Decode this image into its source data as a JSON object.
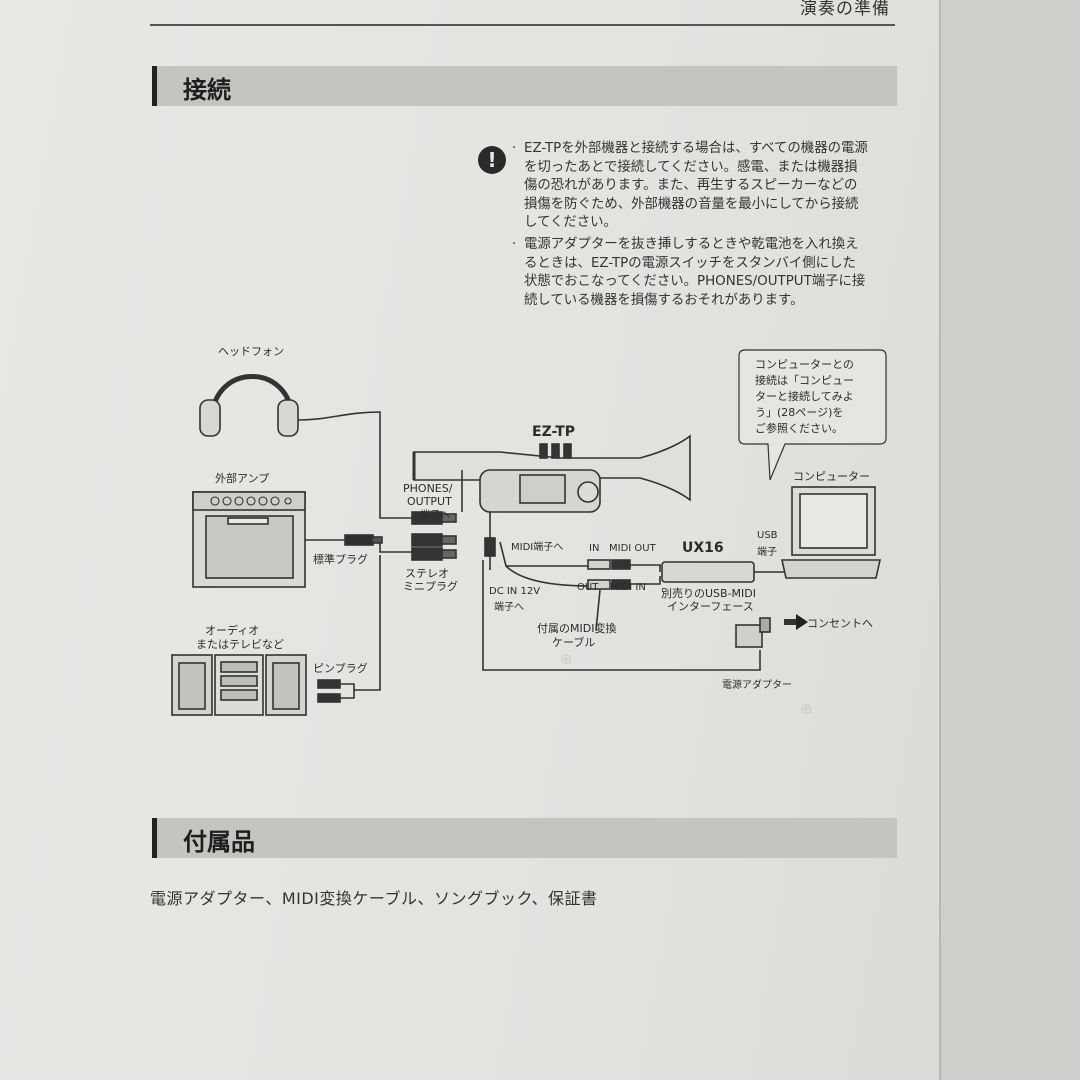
{
  "page": {
    "running_header": "演奏の準備"
  },
  "sections": {
    "connection_title": "接続",
    "accessories_title": "付属品"
  },
  "caution": {
    "icon": "exclamation-circle-icon",
    "bullet1": "EZ-TPを外部機器と接続する場合は、すべての機器の電源を切ったあとで接続してください。感電、または機器損傷の恐れがあります。また、再生するスピーカーなどの損傷を防ぐため、外部機器の音量を最小にしてから接続してください。",
    "bullet2": "電源アダプターを抜き挿しするときや乾電池を入れ換えるときは、EZ-TPの電源スイッチをスタンバイ側にした状態でおこなってください。PHONES/OUTPUT端子に接続している機器を損傷するおそれがあります。"
  },
  "diagram": {
    "headphones": "ヘッドフォン",
    "amp": "外部アンプ",
    "audio_line1": "オーディオ",
    "audio_line2": "またはテレビなど",
    "phones_output_1": "PHONES/",
    "phones_output_2": "OUTPUT",
    "phones_output_3": "端子へ",
    "standard_plug": "標準プラグ",
    "stereo_mini_1": "ステレオ",
    "stereo_mini_2": "ミニプラグ",
    "pin_plug": "ピンプラグ",
    "ez_tp": "EZ-TP",
    "midi_port": "MIDI端子へ",
    "dc_in_1": "DC IN 12V",
    "dc_in_2": "端子へ",
    "in_label": "IN",
    "out_label": "OUT",
    "midi_out": "MIDI OUT",
    "midi_in": "MIDI IN",
    "ux16": "UX16",
    "midi_cable_1": "付属のMIDI変換",
    "midi_cable_2": "ケーブル",
    "usb_midi_1": "別売りのUSB-MIDI",
    "usb_midi_2": "インターフェース",
    "usb_1": "USB",
    "usb_2": "端子",
    "computer": "コンピューター",
    "outlet": "コンセントへ",
    "adapter": "電源アダプター",
    "bubble_1": "コンピューターとの",
    "bubble_2": "接続は「コンピュー",
    "bubble_3": "ターと接続してみよ",
    "bubble_4": "う」(28ページ)を",
    "bubble_5": "ご参照ください。"
  },
  "accessories": {
    "list": "電源アダプター、MIDI変換ケーブル、ソングブック、保証書"
  }
}
